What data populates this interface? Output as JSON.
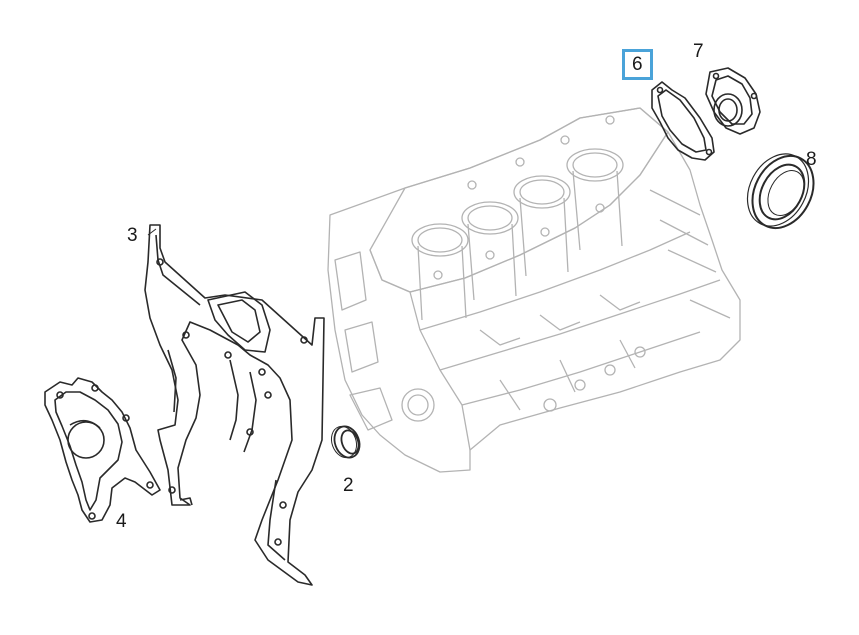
{
  "callouts": {
    "c2": "2",
    "c3": "3",
    "c4": "4",
    "c6": "6",
    "c7": "7",
    "c8": "8"
  },
  "highlight_color": "#4aa3d9",
  "block_color": "#b3b3b3",
  "part_color": "#2a2a2a"
}
